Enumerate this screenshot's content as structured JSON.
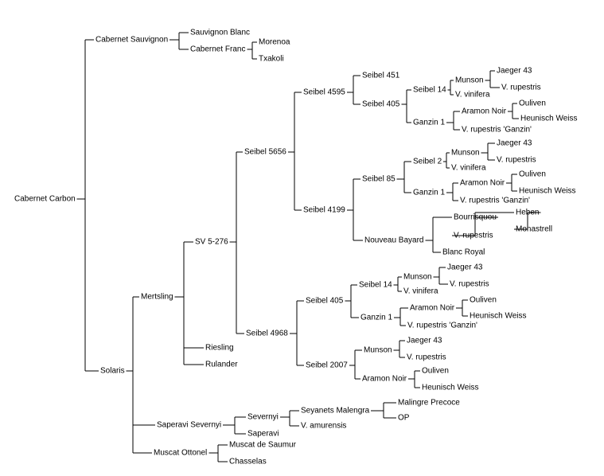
{
  "tree": {
    "label": "Cabernet Carbon",
    "children": [
      {
        "label": "Cabernet Sauvignon",
        "children": [
          {
            "label": "Sauvignon Blanc"
          },
          {
            "label": "Cabernet Franc",
            "children": [
              {
                "label": "Morenoa"
              },
              {
                "label": "Txakoli"
              }
            ]
          }
        ]
      },
      {
        "label": "Solaris",
        "children": [
          {
            "label": "Mertsling",
            "children": [
              {
                "label": "SV 5-276",
                "children": [
                  {
                    "label": "Seibel 5656",
                    "children": [
                      {
                        "label": "Seibel 4595",
                        "children": [
                          {
                            "label": "Seibel 451"
                          },
                          {
                            "label": "Seibel 405",
                            "children": [
                              {
                                "label": "Seibel 14",
                                "children": [
                                  {
                                    "label": "Munson",
                                    "children": [
                                      {
                                        "label": "Jaeger 43"
                                      },
                                      {
                                        "label": "V. rupestris"
                                      }
                                    ]
                                  },
                                  {
                                    "label": "V. vinifera"
                                  }
                                ]
                              },
                              {
                                "label": "Ganzin 1",
                                "children": [
                                  {
                                    "label": "Aramon Noir",
                                    "children": [
                                      {
                                        "label": "Ouliven"
                                      },
                                      {
                                        "label": "Heunisch Weiss"
                                      }
                                    ]
                                  },
                                  {
                                    "label": "V. rupestris 'Ganzin'"
                                  }
                                ]
                              }
                            ]
                          }
                        ]
                      },
                      {
                        "label": "Seibel 4199",
                        "children": [
                          {
                            "label": "Seibel 85",
                            "children": [
                              {
                                "label": "Seibel 2",
                                "children": [
                                  {
                                    "label": "Munson",
                                    "children": [
                                      {
                                        "label": "Jaeger 43"
                                      },
                                      {
                                        "label": "V. rupestris"
                                      }
                                    ]
                                  },
                                  {
                                    "label": "V. vinifera"
                                  }
                                ]
                              },
                              {
                                "label": "Ganzin 1",
                                "children": [
                                  {
                                    "label": "Aramon Noir",
                                    "children": [
                                      {
                                        "label": "Ouliven"
                                      },
                                      {
                                        "label": "Heunisch Weiss"
                                      }
                                    ]
                                  },
                                  {
                                    "label": "V. rupestris 'Ganzin'"
                                  }
                                ]
                              }
                            ]
                          },
                          {
                            "label": "Nouveau Bayard",
                            "children": [
                              {
                                "label": "Bourrisquou",
                                "children": [
                                  {
                                    "label": "Heben",
                                    "children": [
                                      {
                                        "label": "Monastrell"
                                      }
                                    ]
                                  },
                                  {
                                    "label": "V. rupestris"
                                  }
                                ]
                              },
                              {
                                "label": "Blanc Royal"
                              }
                            ]
                          }
                        ]
                      }
                    ]
                  },
                  {
                    "label": "Seibel 4968",
                    "children": [
                      {
                        "label": "Seibel 405",
                        "children": [
                          {
                            "label": "Seibel 14",
                            "children": [
                              {
                                "label": "Munson",
                                "children": [
                                  {
                                    "label": "Jaeger 43"
                                  },
                                  {
                                    "label": "V. rupestris"
                                  }
                                ]
                              },
                              {
                                "label": "V. vinifera"
                              }
                            ]
                          },
                          {
                            "label": "Ganzin 1",
                            "children": [
                              {
                                "label": "Aramon Noir",
                                "children": [
                                  {
                                    "label": "Ouliven"
                                  },
                                  {
                                    "label": "Heunisch Weiss"
                                  }
                                ]
                              },
                              {
                                "label": "V. rupestris 'Ganzin'"
                              }
                            ]
                          }
                        ]
                      },
                      {
                        "label": "Seibel 2007",
                        "children": [
                          {
                            "label": "Munson",
                            "children": [
                              {
                                "label": "Jaeger 43"
                              },
                              {
                                "label": "V. rupestris"
                              }
                            ]
                          },
                          {
                            "label": "Aramon Noir",
                            "children": [
                              {
                                "label": "Ouliven"
                              },
                              {
                                "label": "Heunisch Weiss"
                              }
                            ]
                          }
                        ]
                      }
                    ]
                  }
                ]
              },
              {
                "label": "Riesling"
              },
              {
                "label": "Rulander"
              }
            ]
          },
          {
            "label": "Saperavi Severnyi",
            "children": [
              {
                "label": "Severnyi",
                "children": [
                  {
                    "label": "Seyanets Malengra",
                    "children": [
                      {
                        "label": "Malingre Precoce"
                      },
                      {
                        "label": "OP"
                      }
                    ]
                  },
                  {
                    "label": "V. amurensis"
                  }
                ]
              },
              {
                "label": "Saperavi"
              }
            ]
          },
          {
            "label": "Muscat Ottonel",
            "children": [
              {
                "label": "Muscat de Saumur"
              },
              {
                "label": "Chasselas"
              }
            ]
          }
        ]
      }
    ]
  }
}
